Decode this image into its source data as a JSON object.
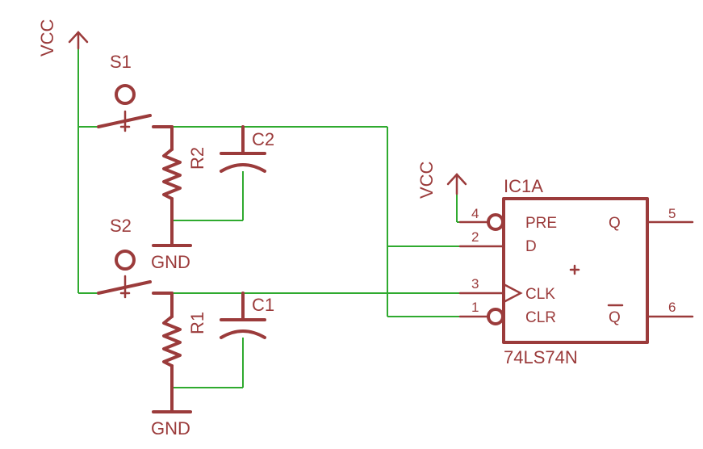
{
  "labels": {
    "vcc_left": "VCC",
    "vcc_ic": "VCC",
    "s1": "S1",
    "s2": "S2",
    "r1": "R1",
    "r2": "R2",
    "c1": "C1",
    "c2": "C2",
    "gnd_top": "GND",
    "gnd_bottom": "GND",
    "ic_ref": "IC1A",
    "ic_part": "74LS74N"
  },
  "ic": {
    "pin_names": {
      "pre": "PRE",
      "d": "D",
      "clk": "CLK",
      "clr": "CLR",
      "q": "Q",
      "qbar": "Q"
    },
    "pin_numbers": {
      "pre": "4",
      "d": "2",
      "clk": "3",
      "clr": "1",
      "q": "5",
      "qbar": "6"
    }
  },
  "colors": {
    "symbol": "#9b3b3b",
    "wire": "#2faa2f",
    "background": "#ffffff"
  }
}
